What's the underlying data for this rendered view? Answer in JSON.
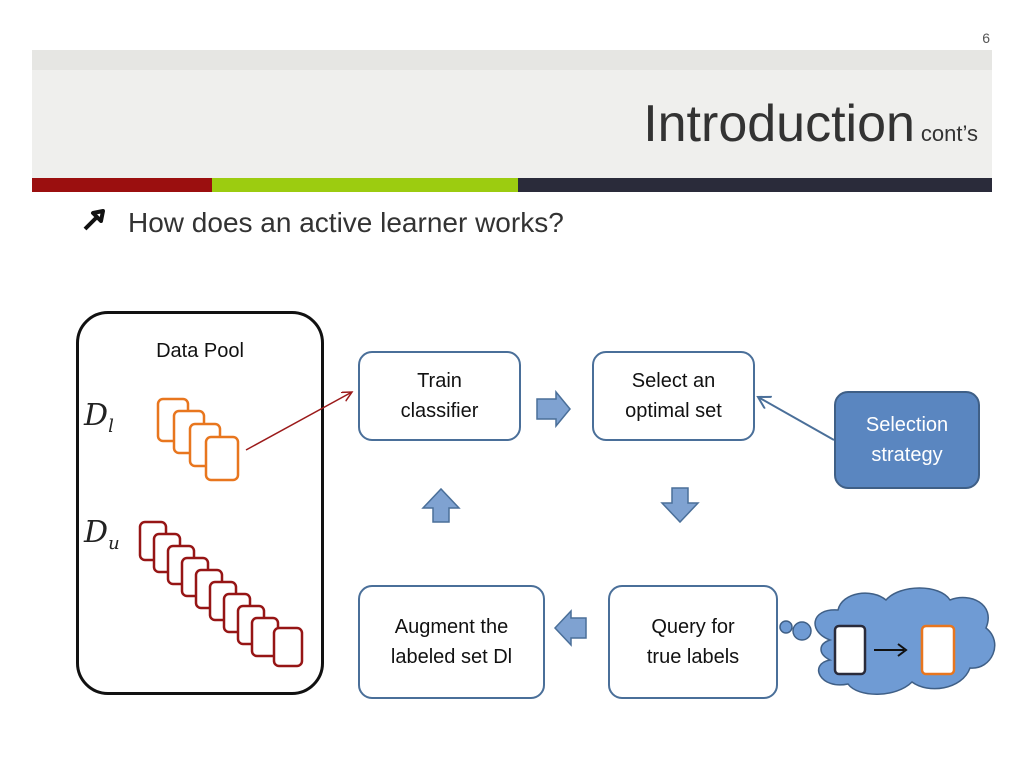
{
  "slide_number": "6",
  "header": {
    "title": "Introduction",
    "subtitle": "cont’s"
  },
  "bullet": {
    "icon": "arrow-up-right-icon",
    "text": "How does an active learner works?"
  },
  "pool": {
    "title": "Data Pool",
    "labeled_symbol": "D",
    "labeled_subscript": "l",
    "unlabeled_symbol": "D",
    "unlabeled_subscript": "u"
  },
  "steps": {
    "train": [
      "Train",
      "classifier"
    ],
    "select": [
      "Select an",
      "optimal set"
    ],
    "strategy": [
      "Selection",
      "strategy"
    ],
    "query": [
      "Query for",
      "true labels"
    ],
    "augment": [
      "Augment the",
      "labeled set Dl"
    ]
  },
  "colors": {
    "labeled_card": "#e8761e",
    "unlabeled_card": "#961515",
    "box_border": "#4a6f99",
    "arrow_fill": "#7fa2d1",
    "cloud_fill": "#6f9bd4"
  }
}
